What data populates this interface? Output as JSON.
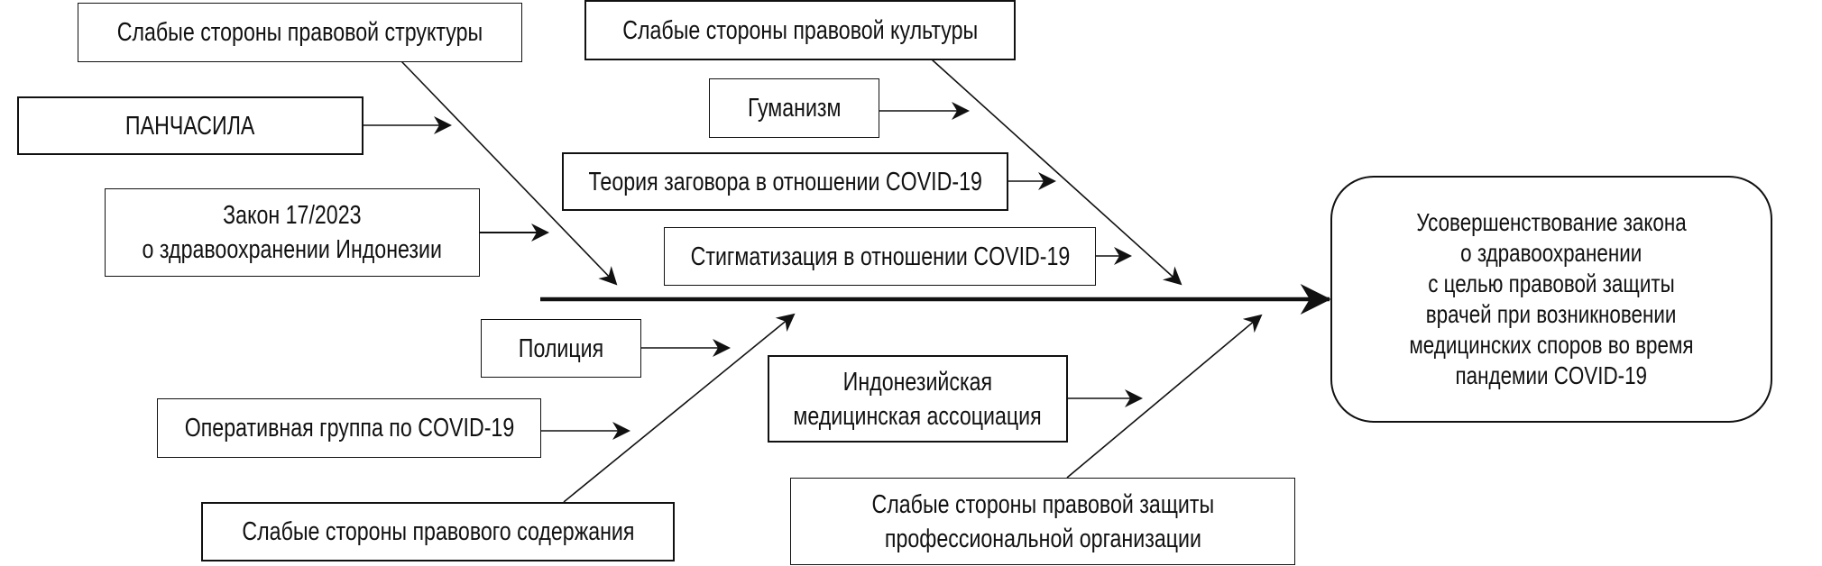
{
  "diagram": {
    "type": "fishbone",
    "effect": {
      "lines": [
        "Усовершенствование закона",
        "о здравоохранении",
        "с целью правовой защиты",
        "врачей при возникновении",
        "медицинских споров во время",
        "пандемии COVID-19"
      ]
    },
    "categories": {
      "structure": {
        "label": "Слабые стороны правовой структуры",
        "causes": [
          {
            "lines": [
              "ПАНЧАСИЛА"
            ]
          },
          {
            "lines": [
              "Закон 17/2023",
              "о здравоохранении Индонезии"
            ]
          }
        ]
      },
      "culture": {
        "label": "Слабые стороны правовой культуры",
        "causes": [
          {
            "lines": [
              "Гуманизм"
            ]
          },
          {
            "lines": [
              "Теория заговора в отношении COVID-19"
            ]
          },
          {
            "lines": [
              "Стигматизация в отношении COVID-19"
            ]
          }
        ]
      },
      "content": {
        "label": "Слабые стороны правового содержания",
        "causes": [
          {
            "lines": [
              "Полиция"
            ]
          },
          {
            "lines": [
              "Оперативная группа по COVID-19"
            ]
          }
        ]
      },
      "protection": {
        "lines": [
          "Слабые стороны правовой защиты",
          "профессиональной организации"
        ],
        "causes": [
          {
            "lines": [
              "Индонезийская",
              "медицинская ассоциация"
            ]
          }
        ]
      }
    }
  }
}
